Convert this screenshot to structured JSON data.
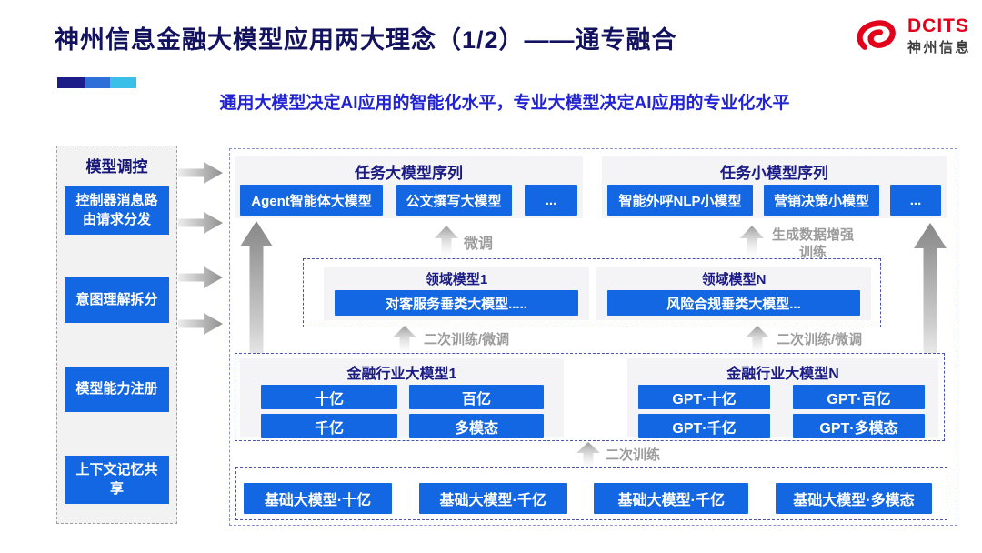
{
  "header": {
    "title": "神州信息金融大模型应用两大理念（1/2）——通专融合",
    "subtitle": "通用大模型决定AI应用的智能化水平，专业大模型决定AI应用的专业化水平",
    "logo": {
      "brand": "DCITS",
      "brand_cn": "神州信息"
    }
  },
  "sidebar": {
    "title": "模型调控",
    "items": [
      {
        "label": "控制器消息路由请求分发"
      },
      {
        "label": "意图理解拆分"
      },
      {
        "label": "模型能力注册"
      },
      {
        "label": "上下文记忆共享"
      }
    ]
  },
  "diagram": {
    "task_large": {
      "title": "任务大模型序列",
      "items": [
        "Agent智能体大模型",
        "公文撰写大模型",
        "..."
      ]
    },
    "task_small": {
      "title": "任务小模型序列",
      "items": [
        "智能外呼NLP小模型",
        "营销决策小模型",
        "..."
      ]
    },
    "labels": {
      "finetune": "微调",
      "gen_train": "生成数据增强训练",
      "retrain_ft": "二次训练/微调",
      "retrain": "二次训练"
    },
    "domain": {
      "group1": {
        "title": "领域模型1",
        "item": "对客服务垂类大模型....."
      },
      "groupN": {
        "title": "领域模型N",
        "item": "风险合规垂类大模型..."
      }
    },
    "industry": {
      "group1": {
        "title": "金融行业大模型1",
        "items": [
          "十亿",
          "百亿",
          "千亿",
          "多模态"
        ]
      },
      "groupN": {
        "title": "金融行业大模型N",
        "items": [
          "GPT·十亿",
          "GPT·百亿",
          "GPT·千亿",
          "GPT·多模态"
        ]
      }
    },
    "base": {
      "items": [
        "基础大模型·十亿",
        "基础大模型·千亿",
        "基础大模型·千亿",
        "基础大模型·多模态"
      ]
    }
  },
  "colors": {
    "accent_blue": "#1467E2",
    "navy_header": "#1B1B86",
    "title_navy": "#12125F",
    "subtitle_blue": "#2323D6",
    "label_gray": "#9C9C9C",
    "brand_red": "#E3001B",
    "bar_dark": "#1D1D8A",
    "bar_mid": "#2E6FD8",
    "bar_cyan": "#3AC0E8"
  }
}
